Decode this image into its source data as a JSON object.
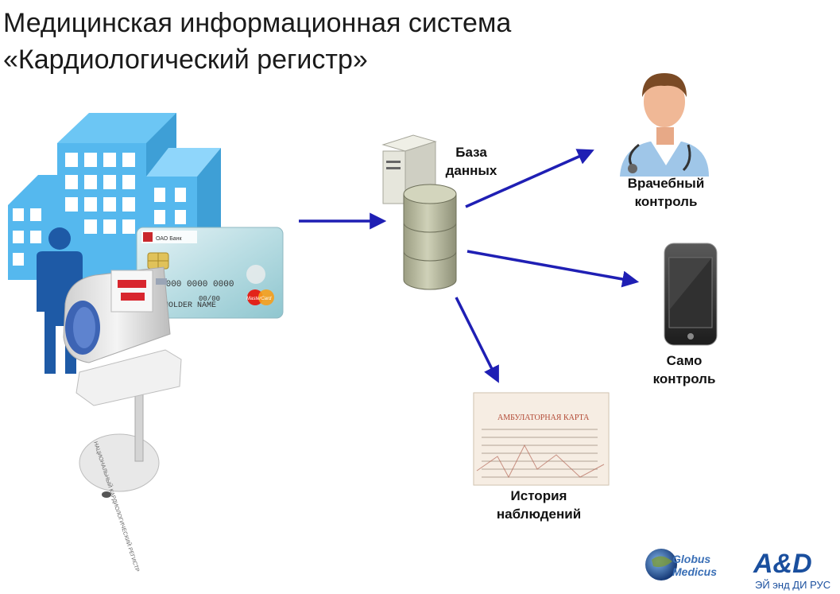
{
  "title": {
    "line1": "Медицинская информационная система",
    "line2": "«Кардиологический регистр»"
  },
  "nodes": {
    "database": {
      "line1": "База",
      "line2": "данных"
    },
    "doctor": {
      "line1": "Врачебный",
      "line2": "контроль"
    },
    "phone": {
      "line1": "Само",
      "line2": "контроль"
    },
    "history": {
      "line1": "История",
      "line2": "наблюдений"
    }
  },
  "card": {
    "bank_text": "ОАО Банк",
    "number": "0000 0000 0000",
    "holder": "HOLDER NAME",
    "expiry": "00/00",
    "brand": "MasterCard"
  },
  "device": {
    "stand_text": "НАЦИОНАЛЬНЫЙ КАРДИОЛОГИЧЕСКИЙ РЕГИСТР"
  },
  "document": {
    "heading": "АМБУЛАТОРНАЯ КАРТА"
  },
  "logos": {
    "globus_line1": "Globus",
    "globus_line2": "Medicus",
    "and_mark": "A&D",
    "and_caption": "ЭЙ энд ДИ РУС"
  },
  "colors": {
    "arrow": "#1f1fb4",
    "building": "#55b8ee",
    "person": "#1e5aa6",
    "database": "#b9bba0"
  }
}
